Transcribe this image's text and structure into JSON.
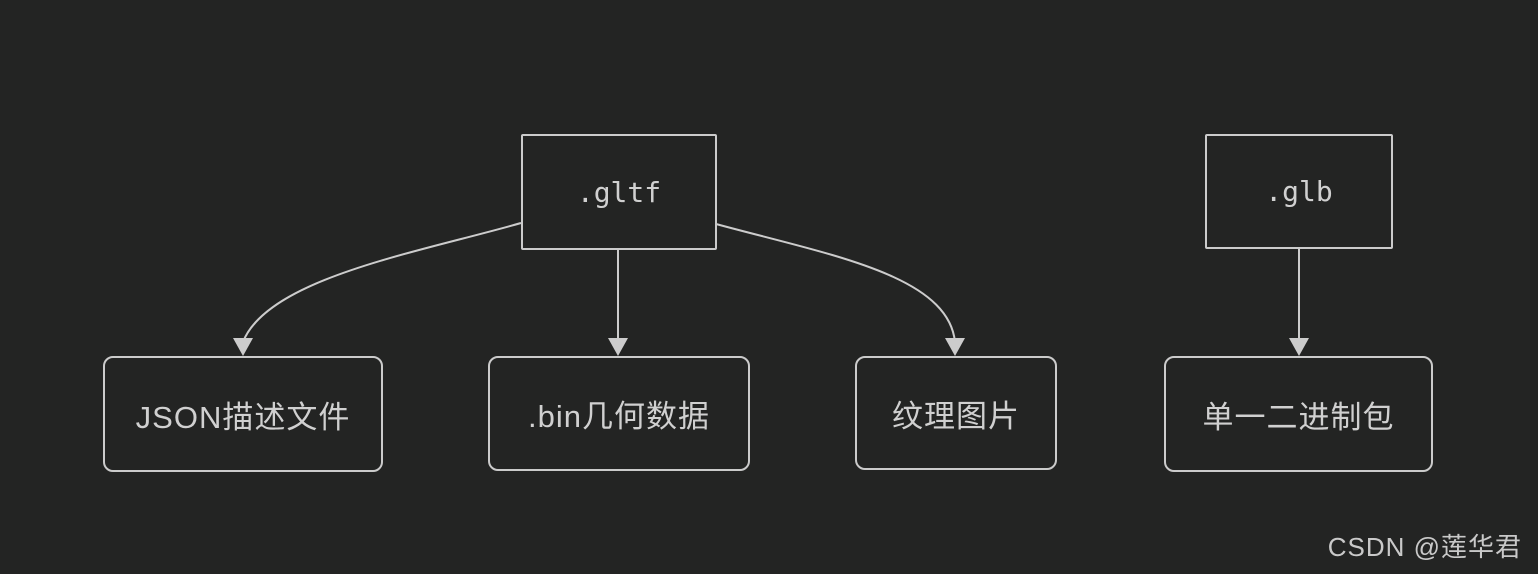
{
  "diagram": {
    "title_meaning": "glTF file format composition",
    "nodes": {
      "gltf": {
        "label": ".gltf",
        "type": "format"
      },
      "glb": {
        "label": ".glb",
        "type": "format"
      },
      "json_desc": {
        "label": "JSON描述文件",
        "type": "component"
      },
      "bin_geom": {
        "label": ".bin几何数据",
        "type": "component"
      },
      "texture": {
        "label": "纹理图片",
        "type": "component"
      },
      "single_binary": {
        "label": "单一二进制包",
        "type": "component"
      }
    },
    "edges": [
      {
        "from": "gltf",
        "to": "json_desc"
      },
      {
        "from": "gltf",
        "to": "bin_geom"
      },
      {
        "from": "gltf",
        "to": "texture"
      },
      {
        "from": "glb",
        "to": "single_binary"
      }
    ]
  },
  "watermark": {
    "text": "CSDN @莲华君"
  },
  "colors": {
    "background": "#232423",
    "box_border": "#cbcbcb",
    "box_fill": "#232423",
    "text": "#d0d0d0",
    "arrow": "#cccccc",
    "watermark_text": "#c9c9c9"
  }
}
